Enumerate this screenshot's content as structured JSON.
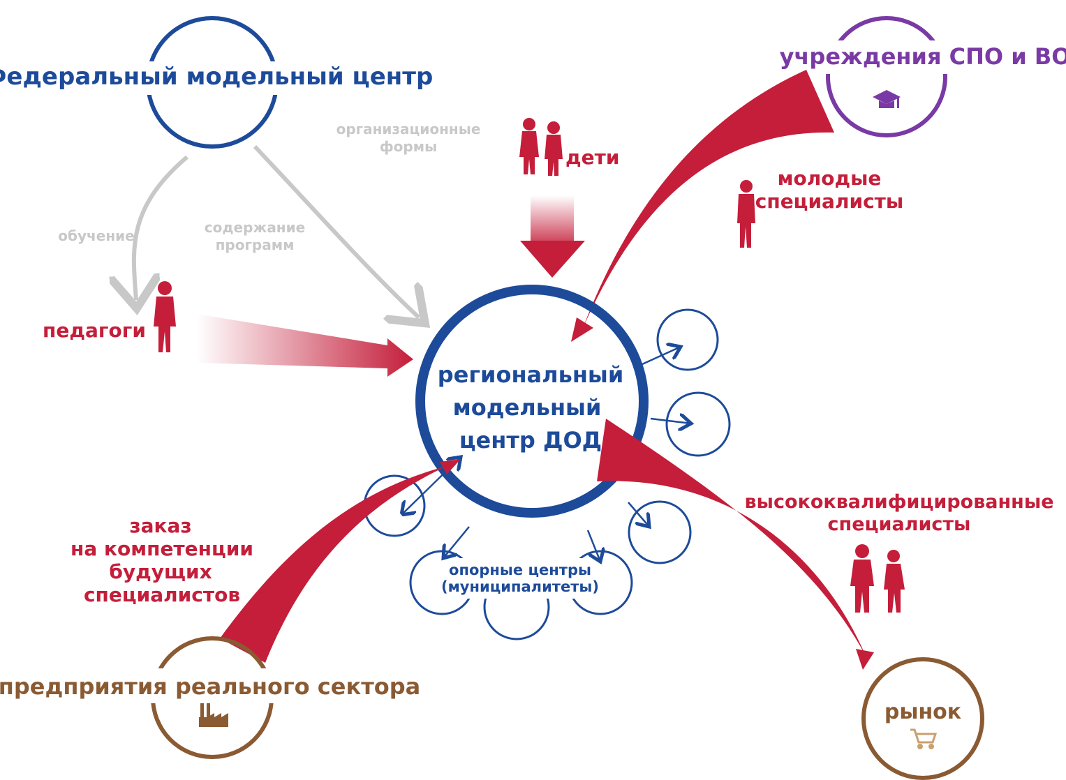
{
  "colors": {
    "blue": "#1d4b9a",
    "red": "#c41e3a",
    "gray": "#c8c8c8",
    "purple": "#7a3aa5",
    "brown": "#8a5a32"
  },
  "nodes": {
    "federal_center": "Федеральный модельный центр",
    "institutions": "учреждения  СПО и ВО",
    "regional_center": [
      "региональный",
      "модельный",
      "центр ДОД"
    ],
    "support_centers": [
      "опорные центры",
      "(муниципалитеты)"
    ],
    "enterprises": "предприятия реального сектора",
    "market": "рынок"
  },
  "labels": {
    "org_forms": [
      "организационные",
      "формы"
    ],
    "training": "обучение",
    "program_content": [
      "содержание",
      "программ"
    ],
    "children": "дети",
    "teachers": "педагоги",
    "young_specialists": [
      "молодые",
      "специалисты"
    ],
    "highly_qualified": [
      "высококвалифицированные",
      "специалисты"
    ],
    "competence_order": [
      "заказ",
      "на компетенции",
      "будущих",
      "специалистов"
    ]
  },
  "icons": [
    "graduation-cap-icon",
    "factory-icon",
    "shopping-cart-icon",
    "person-icon"
  ]
}
